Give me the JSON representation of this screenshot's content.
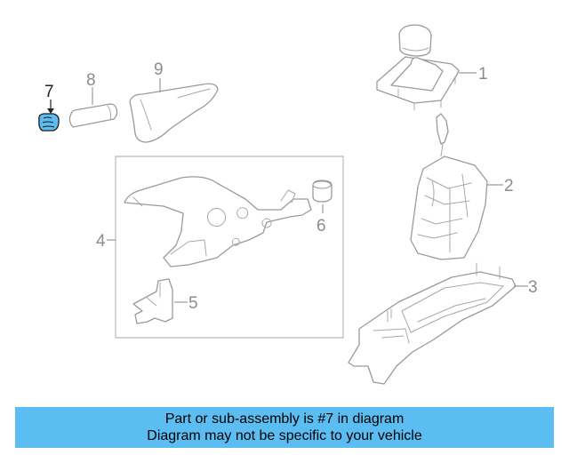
{
  "callouts": {
    "c1": "1",
    "c2": "2",
    "c3": "3",
    "c4": "4",
    "c5": "5",
    "c6": "6",
    "c7": "7",
    "c8": "8",
    "c9": "9"
  },
  "highlight": {
    "part": "7",
    "color": "#5bbdf1"
  },
  "footer": {
    "line1": "Part or sub-assembly is #7 in diagram",
    "line2": "Diagram may not be specific to your vehicle"
  }
}
